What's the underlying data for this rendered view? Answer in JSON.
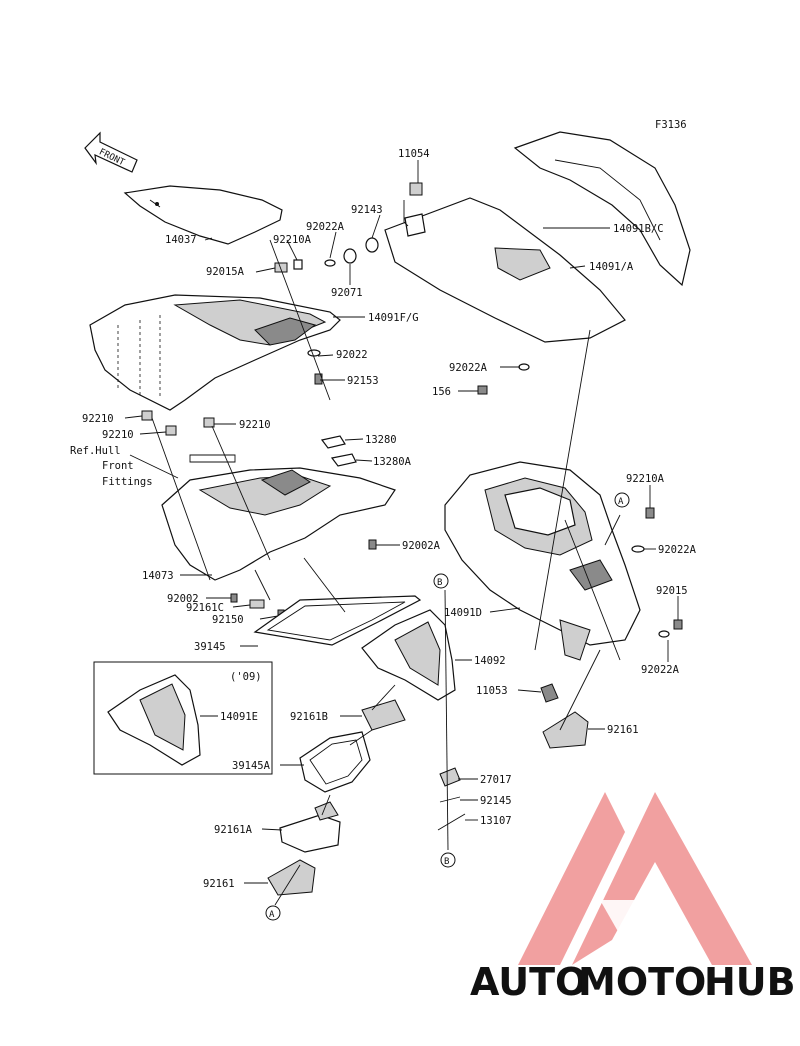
{
  "figure_code": "F3136",
  "front_label": "FRONT",
  "parts": {
    "p11054": "11054",
    "p92143": "92143",
    "p92022A_top": "92022A",
    "p92210A_top": "92210A",
    "p14037": "14037",
    "p92015A": "92015A",
    "p92071": "92071",
    "p14091BC": "14091B/C",
    "p14091A": "14091/A",
    "p14091FG": "14091F/G",
    "p92022": "92022",
    "p92153": "92153",
    "p92022A_mid": "92022A",
    "p156": "156",
    "p92210_left": "92210",
    "p92210_mid": "92210",
    "p92210_right": "92210",
    "p13280": "13280",
    "p13280A": "13280A",
    "p92210A_right": "92210A",
    "p92002A": "92002A",
    "p92022A_right": "92022A",
    "p14073": "14073",
    "p92002": "92002",
    "p92161C": "92161C",
    "p92150": "92150",
    "p14091D": "14091D",
    "p92015": "92015",
    "p39145": "39145",
    "p14092": "14092",
    "p92022A_low": "92022A",
    "p11053": "11053",
    "p14091E": "14091E",
    "p92161B": "92161B",
    "p92161_right": "92161",
    "p39145A": "39145A",
    "p27017": "27017",
    "p92145": "92145",
    "p13107": "13107",
    "p92161A": "92161A",
    "p92161_low": "92161"
  },
  "ref_note": [
    "Ref.Hull",
    "Front",
    "Fittings"
  ],
  "inset_label": "('09)",
  "callouts": {
    "A": "A",
    "B": "B"
  },
  "watermark": {
    "text_auto": "AUTO",
    "text_moto": "MOTO",
    "text_hub": "HUB",
    "color_light": "#f4c77a",
    "color_red": "#ee7373",
    "color_grey": "#9a9a9a"
  }
}
